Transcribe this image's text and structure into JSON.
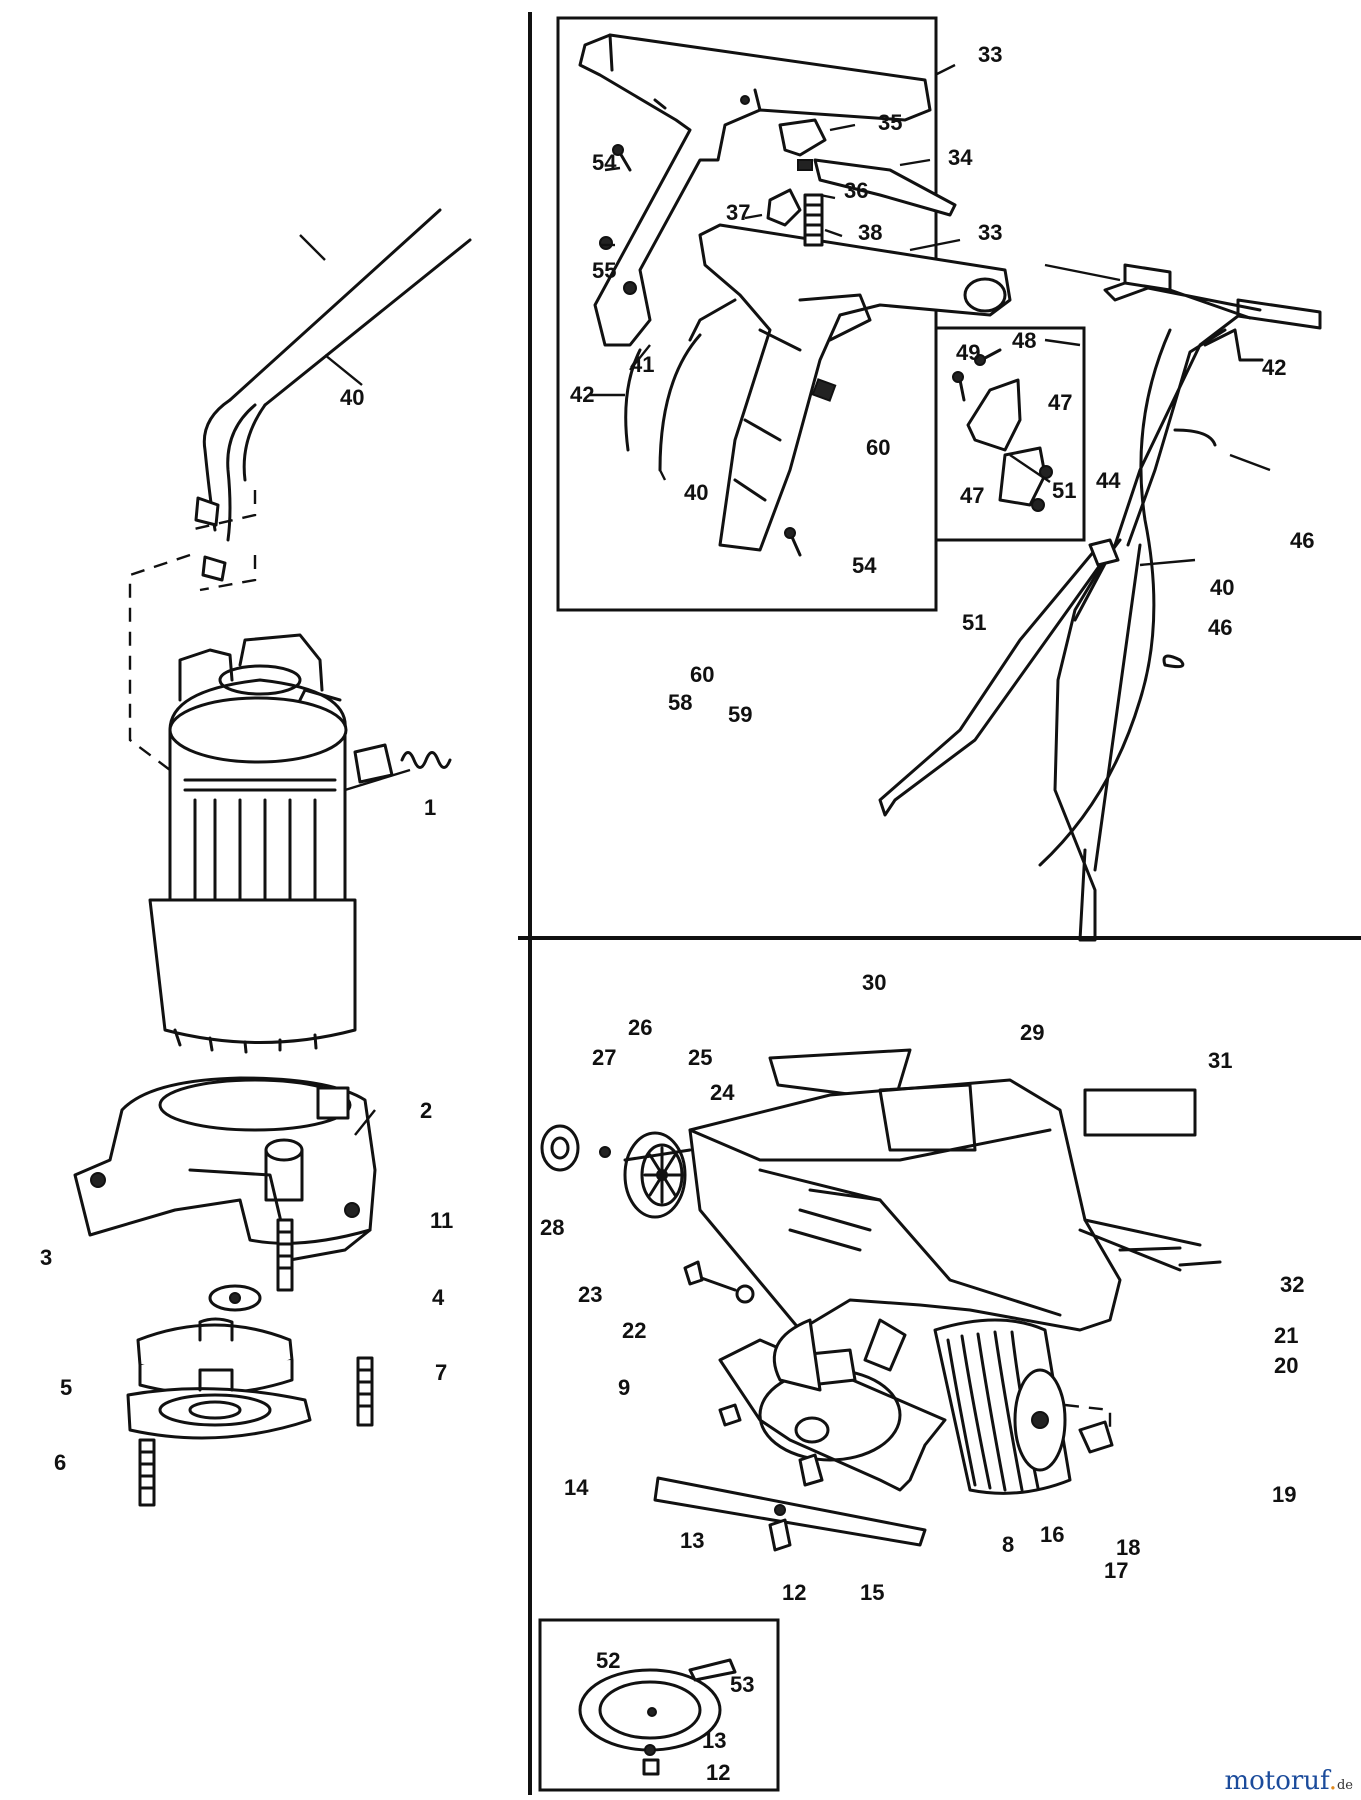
{
  "labels": [
    {
      "text": "33"
    },
    {
      "text": "35"
    },
    {
      "text": "34"
    },
    {
      "text": "54"
    },
    {
      "text": "36"
    },
    {
      "text": "37"
    },
    {
      "text": "38"
    },
    {
      "text": "33"
    },
    {
      "text": "55"
    },
    {
      "text": "48"
    },
    {
      "text": "49"
    },
    {
      "text": "42"
    },
    {
      "text": "41"
    },
    {
      "text": "47"
    },
    {
      "text": "42"
    },
    {
      "text": "60"
    },
    {
      "text": "40"
    },
    {
      "text": "47"
    },
    {
      "text": "51"
    },
    {
      "text": "44"
    },
    {
      "text": "46"
    },
    {
      "text": "54"
    },
    {
      "text": "40"
    },
    {
      "text": "51"
    },
    {
      "text": "46"
    },
    {
      "text": "40"
    },
    {
      "text": "60"
    },
    {
      "text": "58"
    },
    {
      "text": "59"
    },
    {
      "text": "1"
    },
    {
      "text": "2"
    },
    {
      "text": "11"
    },
    {
      "text": "3"
    },
    {
      "text": "4"
    },
    {
      "text": "5"
    },
    {
      "text": "7"
    },
    {
      "text": "6"
    },
    {
      "text": "30"
    },
    {
      "text": "29"
    },
    {
      "text": "31"
    },
    {
      "text": "26"
    },
    {
      "text": "27"
    },
    {
      "text": "25"
    },
    {
      "text": "24"
    },
    {
      "text": "28"
    },
    {
      "text": "32"
    },
    {
      "text": "23"
    },
    {
      "text": "22"
    },
    {
      "text": "21"
    },
    {
      "text": "20"
    },
    {
      "text": "9"
    },
    {
      "text": "19"
    },
    {
      "text": "14"
    },
    {
      "text": "13"
    },
    {
      "text": "16"
    },
    {
      "text": "18"
    },
    {
      "text": "12"
    },
    {
      "text": "15"
    },
    {
      "text": "8"
    },
    {
      "text": "17"
    },
    {
      "text": "52"
    },
    {
      "text": "53"
    },
    {
      "text": "13"
    },
    {
      "text": "12"
    }
  ],
  "watermark": {
    "main": "motoruf",
    "dot": ".",
    "tld": "de"
  }
}
